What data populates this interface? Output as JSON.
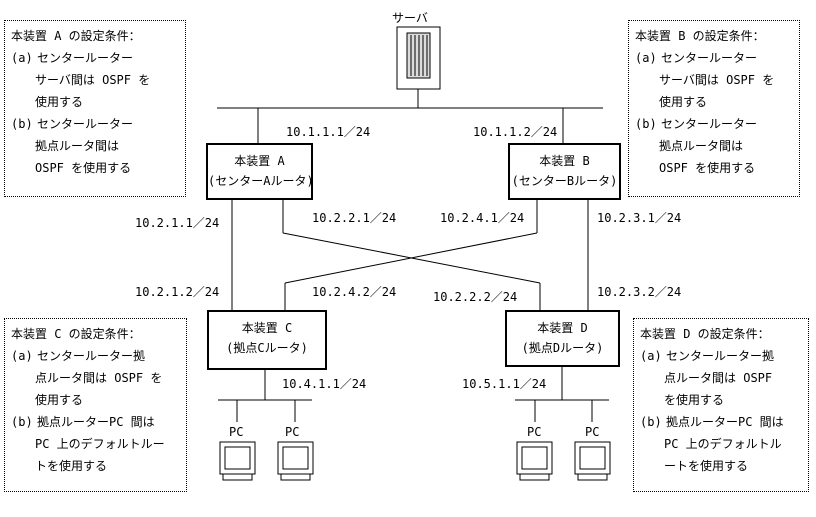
{
  "server": {
    "label": "サーバ"
  },
  "devices": {
    "a": {
      "name": "本装置 A",
      "role": "(センターAルータ)"
    },
    "b": {
      "name": "本装置 B",
      "role": "(センターBルータ)"
    },
    "c": {
      "name": "本装置 C",
      "role": "(拠点Cルータ)"
    },
    "d": {
      "name": "本装置 D",
      "role": "(拠点Dルータ)"
    }
  },
  "ip_labels": {
    "a_server": "10.1.1.1／24",
    "b_server": "10.1.1.2／24",
    "a_to_c": "10.2.1.1／24",
    "a_to_d": "10.2.2.1／24",
    "b_to_c": "10.2.4.1／24",
    "b_to_d": "10.2.3.1／24",
    "c_from_a": "10.2.1.2／24",
    "c_from_b": "10.2.4.2／24",
    "d_from_a": "10.2.2.2／24",
    "d_from_b": "10.2.3.2／24",
    "c_lan": "10.4.1.1／24",
    "d_lan": "10.5.1.1／24"
  },
  "pc_label": "PC",
  "notes": {
    "a": {
      "title": "本装置 A の設定条件：",
      "a_label": "(a)",
      "a_line1": "センタールーター",
      "a_line2": "サーバ間は OSPF を",
      "a_line3": "使用する",
      "b_label": "(b)",
      "b_line1": "センタールーター",
      "b_line2": "拠点ルータ間は",
      "b_line3": "OSPF を使用する"
    },
    "b": {
      "title": "本装置 B の設定条件：",
      "a_label": "(a)",
      "a_line1": "センタールーター",
      "a_line2": "サーバ間は OSPF を",
      "a_line3": "使用する",
      "b_label": "(b)",
      "b_line1": "センタールーター",
      "b_line2": "拠点ルータ間は",
      "b_line3": "OSPF を使用する"
    },
    "c": {
      "title": "本装置 C の設定条件：",
      "a_label": "(a)",
      "a_line1": "センタールーター拠",
      "a_line2": "点ルータ間は OSPF を",
      "a_line3": "使用する",
      "b_label": "(b)",
      "b_line1": "拠点ルーターPC 間は",
      "b_line2": "PC 上のデフォルトルー",
      "b_line3": "トを使用する"
    },
    "d": {
      "title": "本装置 D の設定条件：",
      "a_label": "(a)",
      "a_line1": "センタールーター拠",
      "a_line2": "点ルータ間は OSPF",
      "a_line3": "を使用する",
      "b_label": "(b)",
      "b_line1": "拠点ルーターPC 間は",
      "b_line2": "PC 上のデフォルトル",
      "b_line3": "ートを使用する"
    }
  }
}
